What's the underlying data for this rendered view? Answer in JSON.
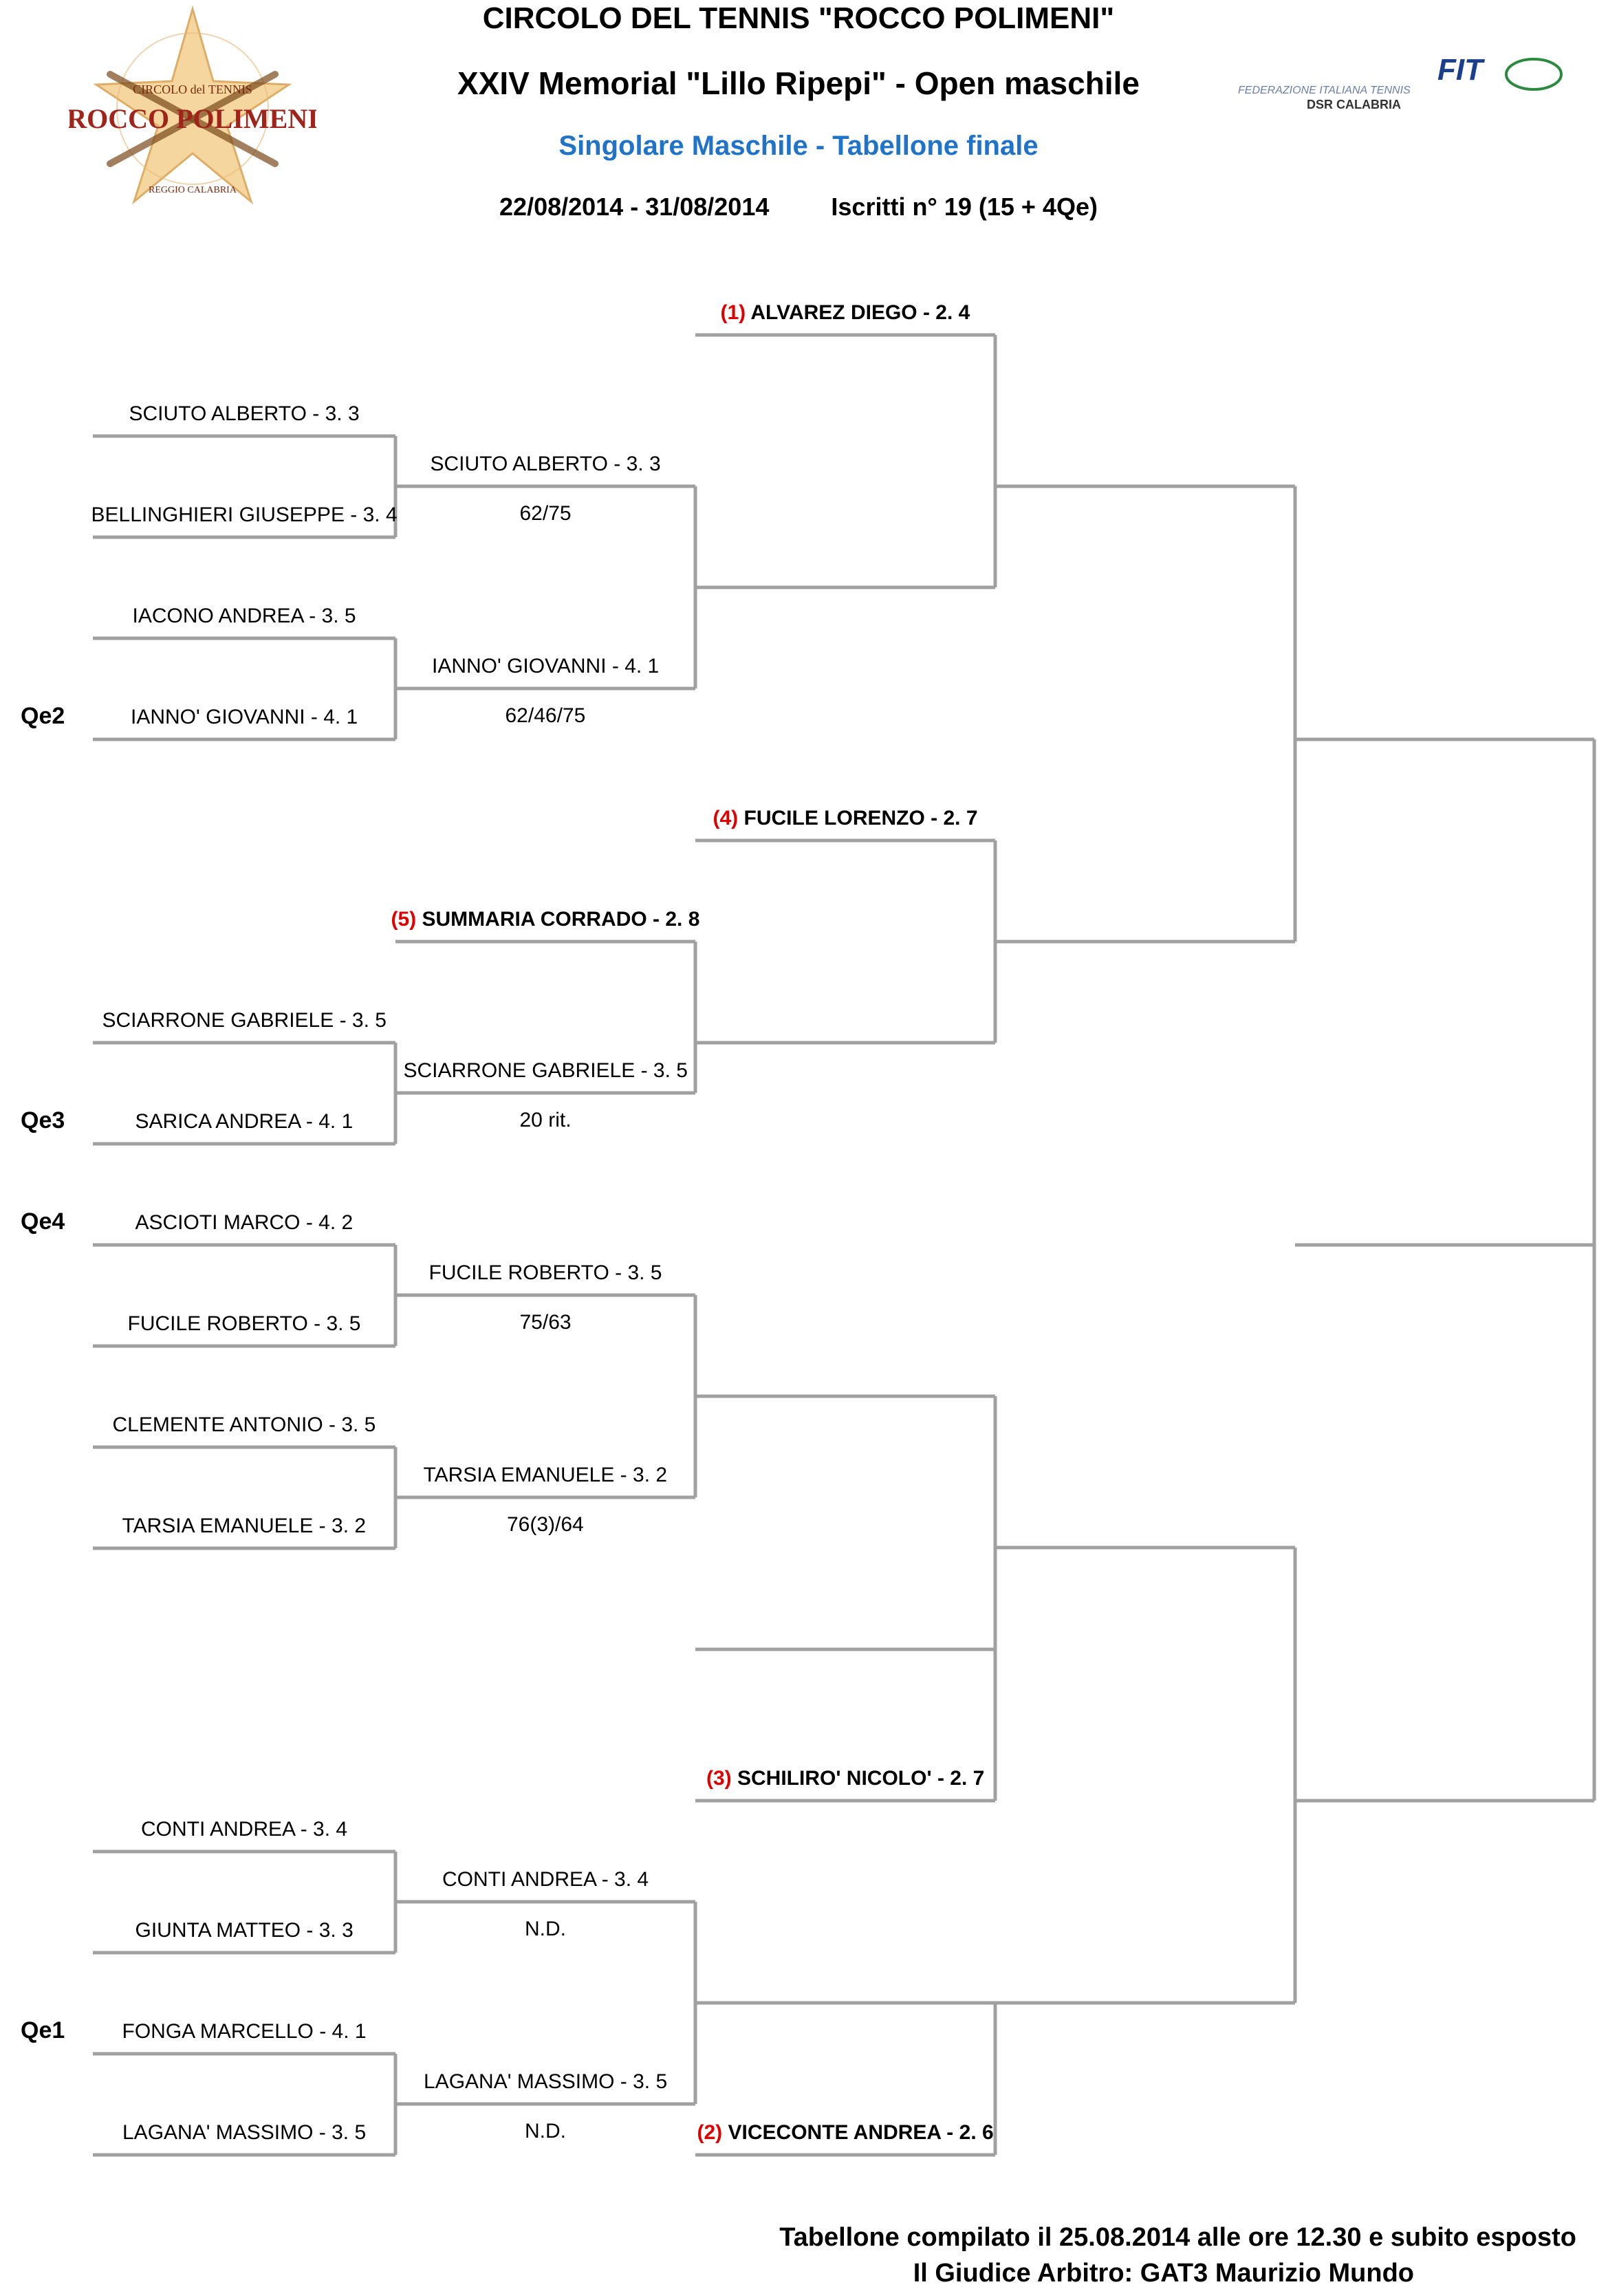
{
  "header": {
    "club": "CIRCOLO DEL TENNIS \"ROCCO POLIMENI\"",
    "event": "XXIV Memorial \"Lillo Ripepi\" - Open maschile",
    "draw": "Singolare Maschile - Tabellone finale",
    "dates": "22/08/2014 - 31/08/2014",
    "entries": "Iscritti n° 19 (15 + 4Qe)"
  },
  "colors": {
    "accent_blue": "#1f73c9",
    "seed_red": "#e00000",
    "line_gray": "#a0a0a0"
  },
  "logo": {
    "line1": "CIRCOLO del TENNIS",
    "line2": "ROCCO POLIMENI",
    "line3": "REGGIO CALABRIA"
  },
  "fit_logo": {
    "brand": "FIT",
    "line1": "FEDERAZIONE ITALIANA TENNIS",
    "line2": "DSR CALABRIA"
  },
  "round1": [
    {
      "name": "SCIUTO ALBERTO - 3. 3",
      "qe": ""
    },
    {
      "name": "BELLINGHIERI GIUSEPPE - 3. 4",
      "qe": ""
    },
    {
      "name": "IACONO ANDREA - 3. 5",
      "qe": ""
    },
    {
      "name": "IANNO' GIOVANNI - 4. 1",
      "qe": "Qe2"
    },
    {
      "name": "SCIARRONE GABRIELE - 3. 5",
      "qe": ""
    },
    {
      "name": "SARICA ANDREA - 4. 1",
      "qe": "Qe3"
    },
    {
      "name": "ASCIOTI MARCO - 4. 2",
      "qe": "Qe4"
    },
    {
      "name": "FUCILE ROBERTO - 3. 5",
      "qe": ""
    },
    {
      "name": "CLEMENTE ANTONIO - 3. 5",
      "qe": ""
    },
    {
      "name": "TARSIA EMANUELE - 3. 2",
      "qe": ""
    },
    {
      "name": "CONTI ANDREA - 3. 4",
      "qe": ""
    },
    {
      "name": "GIUNTA MATTEO - 3. 3",
      "qe": ""
    },
    {
      "name": "FONGA MARCELLO - 4. 1",
      "qe": "Qe1"
    },
    {
      "name": "LAGANA' MASSIMO - 3. 5",
      "qe": ""
    }
  ],
  "round2": [
    {
      "winner": "SCIUTO ALBERTO - 3. 3",
      "score": "62/75"
    },
    {
      "winner": "IANNO' GIOVANNI - 4. 1",
      "score": "62/46/75"
    },
    {
      "seed": "(5)",
      "name": "SUMMARIA CORRADO - 2. 8"
    },
    {
      "winner": "SCIARRONE GABRIELE - 3. 5",
      "score": "20 rit."
    },
    {
      "winner": "FUCILE ROBERTO - 3. 5",
      "score": "75/63"
    },
    {
      "winner": "TARSIA EMANUELE - 3. 2",
      "score": "76(3)/64"
    },
    {
      "winner": "CONTI ANDREA - 3. 4",
      "score": "N.D."
    },
    {
      "winner": "LAGANA' MASSIMO - 3. 5",
      "score": "N.D."
    }
  ],
  "round3": [
    {
      "seed": "(1)",
      "name": "ALVAREZ DIEGO - 2. 4"
    },
    {
      "seed": "(4)",
      "name": "FUCILE LORENZO - 2. 7"
    },
    {
      "seed": "(3)",
      "name": "SCHILIRO' NICOLO' - 2. 7"
    },
    {
      "seed": "(2)",
      "name": "VICECONTE ANDREA - 2. 6"
    }
  ],
  "footer": {
    "compiled": "Tabellone compilato il 25.08.2014 alle ore 12.30 e subito esposto",
    "referee": "Il Giudice Arbitro: GAT3 Maurizio Mundo"
  }
}
